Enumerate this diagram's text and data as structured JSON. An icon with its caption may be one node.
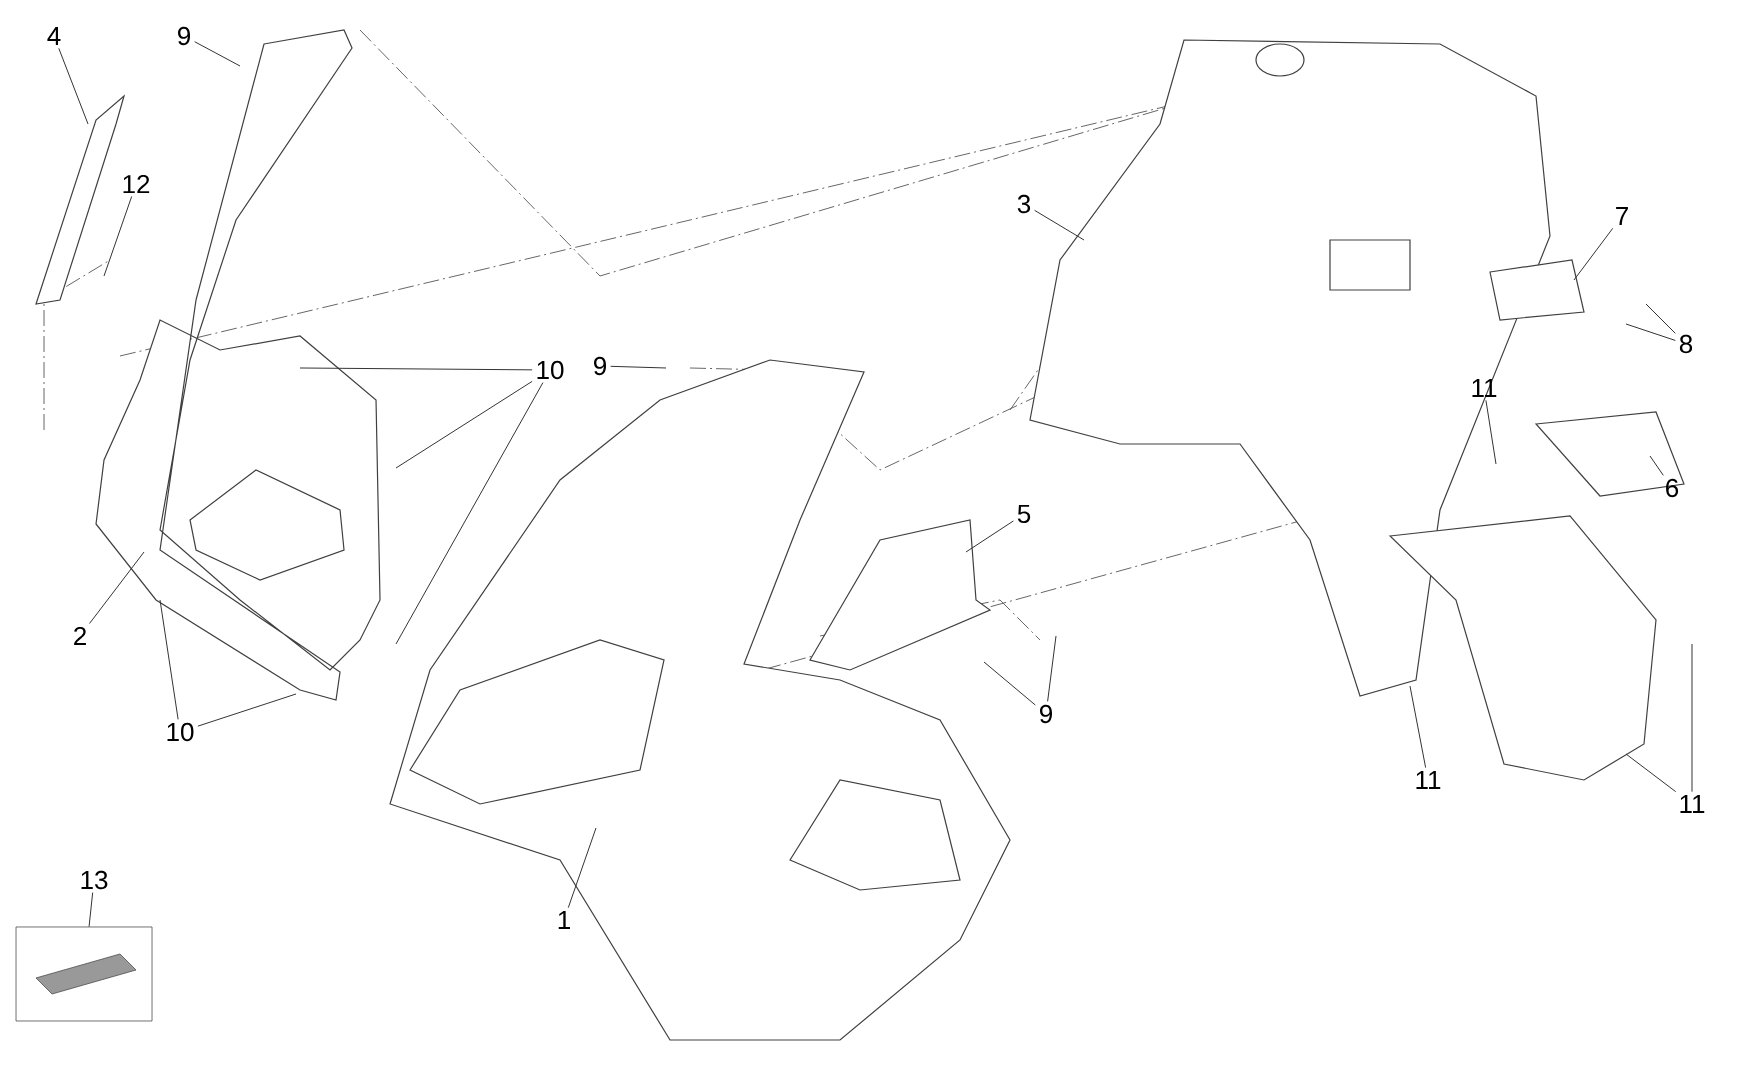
{
  "diagram": {
    "nodes": [
      {
        "text": [
          "4"
        ]
      },
      {
        "text": [
          "9"
        ]
      },
      {
        "text": [
          "12"
        ]
      },
      {
        "text": [
          "10"
        ]
      },
      {
        "text": [
          "2"
        ]
      },
      {
        "text": [
          "10"
        ]
      },
      {
        "text": [
          "9"
        ]
      },
      {
        "text": [
          "1"
        ]
      },
      {
        "text": [
          "5"
        ]
      },
      {
        "text": [
          "9"
        ]
      },
      {
        "text": [
          "3"
        ]
      },
      {
        "text": [
          "7"
        ]
      },
      {
        "text": [
          "8"
        ]
      },
      {
        "text": [
          "11"
        ]
      },
      {
        "text": [
          "6"
        ]
      },
      {
        "text": [
          "11"
        ]
      },
      {
        "text": [
          "11"
        ]
      },
      {
        "text": [
          "13"
        ]
      },
      {
        "text": [],
        "shape": "box"
      }
    ],
    "edges": [
      {
        "from": 0,
        "to": null,
        "arrow": "none"
      },
      {
        "from": 1,
        "to": null,
        "arrow": "none"
      },
      {
        "from": 2,
        "to": null,
        "arrow": "none"
      },
      {
        "from": 3,
        "to": null,
        "arrow": "none"
      },
      {
        "from": 3,
        "to": null,
        "arrow": "none"
      },
      {
        "from": 3,
        "to": null,
        "arrow": "none"
      },
      {
        "from": 4,
        "to": null,
        "arrow": "none"
      },
      {
        "from": 5,
        "to": null,
        "arrow": "none"
      },
      {
        "from": 5,
        "to": null,
        "arrow": "none"
      },
      {
        "from": 6,
        "to": null,
        "arrow": "none"
      },
      {
        "from": 7,
        "to": null,
        "arrow": "none"
      },
      {
        "from": 8,
        "to": null,
        "arrow": "none"
      },
      {
        "from": 9,
        "to": null,
        "arrow": "none"
      },
      {
        "from": 9,
        "to": null,
        "arrow": "none"
      },
      {
        "from": 10,
        "to": null,
        "arrow": "none"
      },
      {
        "from": 11,
        "to": null,
        "arrow": "none"
      },
      {
        "from": 12,
        "to": null,
        "arrow": "none"
      },
      {
        "from": 12,
        "to": null,
        "arrow": "none"
      },
      {
        "from": 13,
        "to": null,
        "arrow": "none"
      },
      {
        "from": 14,
        "to": null,
        "arrow": "none"
      },
      {
        "from": 15,
        "to": null,
        "arrow": "none"
      },
      {
        "from": 16,
        "to": null,
        "arrow": "none"
      },
      {
        "from": 16,
        "to": null,
        "arrow": "none"
      },
      {
        "from": 17,
        "to": 18,
        "arrow": "none"
      }
    ]
  }
}
